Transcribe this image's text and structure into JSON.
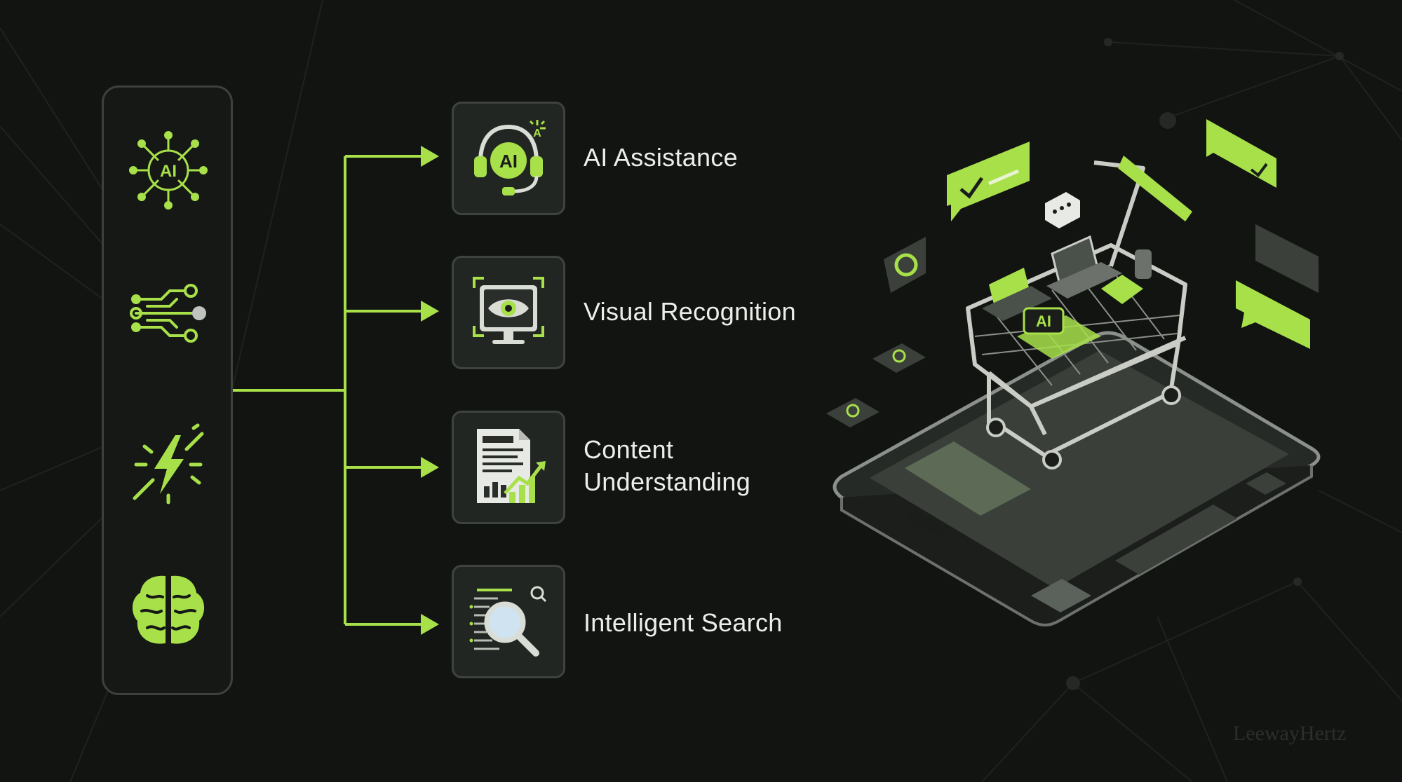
{
  "colors": {
    "background": "#121412",
    "accent": "#a8e04a",
    "panel_border": "#3c413c",
    "tile_background": "#222622",
    "text": "#ecefe9"
  },
  "left_panel": {
    "icons": [
      "ai-network-icon",
      "circuit-icon",
      "lightning-icon",
      "brain-icon"
    ]
  },
  "features": [
    {
      "icon": "ai-headset-icon",
      "label_lines": [
        "AI Assistance"
      ]
    },
    {
      "icon": "eye-monitor-icon",
      "label_lines": [
        "Visual Recognition"
      ]
    },
    {
      "icon": "document-chart-icon",
      "label_lines": [
        "Content",
        "Understanding"
      ]
    },
    {
      "icon": "magnifier-list-icon",
      "label_lines": [
        "Intelligent Search"
      ]
    }
  ],
  "illustration": {
    "subject": "phone-shopping-cart-icon",
    "ai_badge_text": "AI"
  },
  "watermark": "LeewayHertz"
}
